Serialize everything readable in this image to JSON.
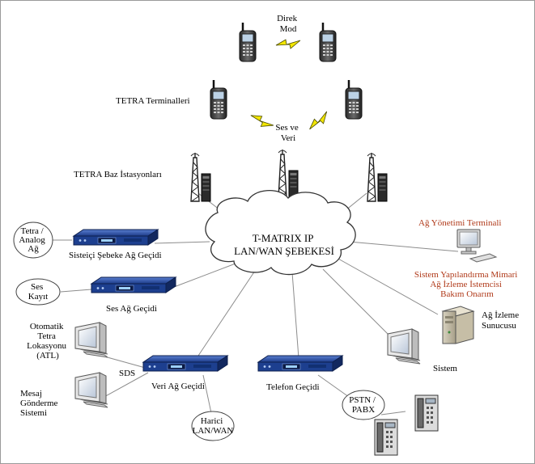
{
  "labels": {
    "direct_mode": [
      "Direk",
      "Mod"
    ],
    "tetra_terminals": "TETRA Terminalleri",
    "voice_data": [
      "Ses ve",
      "Veri"
    ],
    "base_stations": "TETRA Baz İstasyonları",
    "cloud": [
      "T-MATRIX IP",
      "LAN/WAN ŞEBEKESİ"
    ],
    "tetra_analog": [
      "Tetra /",
      "Analog",
      "Ağ"
    ],
    "isg_gateway": "Sisteiçi Şebeke Ağ Geçidi",
    "voice_record": [
      "Ses",
      "Kayıt"
    ],
    "voice_gateway": "Ses Ağ Geçidi",
    "atl": [
      "Otomatik",
      "Tetra",
      "Lokasyonu",
      "(ATL)"
    ],
    "sds": "SDS",
    "messaging": [
      "Mesaj",
      "Gönderme",
      "Sistemi"
    ],
    "data_gateway": "Veri Ağ Geçidi",
    "external_lan": [
      "Harici",
      "LAN/WAN"
    ],
    "phone_gateway": "Telefon Geçidi",
    "pstn": [
      "PSTN /",
      "PABX"
    ],
    "nms_terminal": "Ağ Yönetimi Terminali",
    "nms_functions": [
      "Sistem Yapılandırma Mimari",
      "Ağ İzleme İstemcisi",
      "Bakım Onarım"
    ],
    "nms_server": [
      "Ağ İzleme",
      "Sunucusu"
    ],
    "system": "Sistem"
  },
  "colors": {
    "accent_text": "#b03a1a",
    "gateway_body": "#1d3f8f",
    "lightning": "#f2e600",
    "connector": "#8c8c8c"
  }
}
